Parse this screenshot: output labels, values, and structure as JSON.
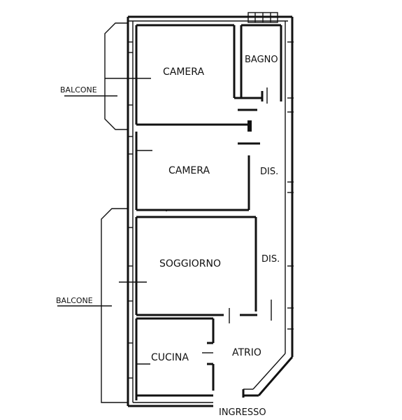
{
  "rooms": {
    "camera_1": "CAMERA",
    "bagno": "BAGNO",
    "camera_2": "CAMERA",
    "dis_1": "DIS.",
    "soggiorno": "SOGGIORNO",
    "dis_2": "DIS.",
    "cucina": "CUCINA",
    "atrio": "ATRIO",
    "ingresso": "INGRESSO"
  },
  "balconies": {
    "top": "BALCONE",
    "bottom": "BALCONE"
  }
}
